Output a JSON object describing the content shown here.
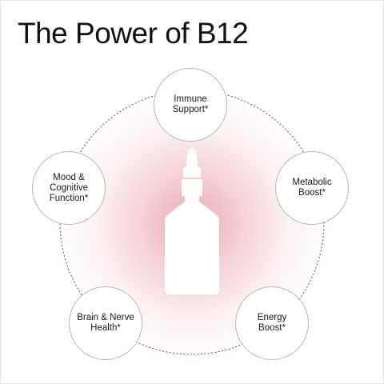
{
  "title": "The Power of B12",
  "colors": {
    "background": "#ffffff",
    "text": "#111111",
    "glow": "#e48c96",
    "bottle": "#ffffff",
    "circle_border": "#b5b5b5",
    "dotted_ring": "#666666"
  },
  "center_icon": "dropper-bottle-icon",
  "benefits": [
    {
      "id": "immune",
      "label": "Immune\nSupport*"
    },
    {
      "id": "metabolic",
      "label": "Metabolic\nBoost*"
    },
    {
      "id": "energy",
      "label": "Energy\nBoost*"
    },
    {
      "id": "brain",
      "label": "Brain & Nerve\nHealth*"
    },
    {
      "id": "mood",
      "label": "Mood &\nCognitive\nFunction*"
    }
  ]
}
